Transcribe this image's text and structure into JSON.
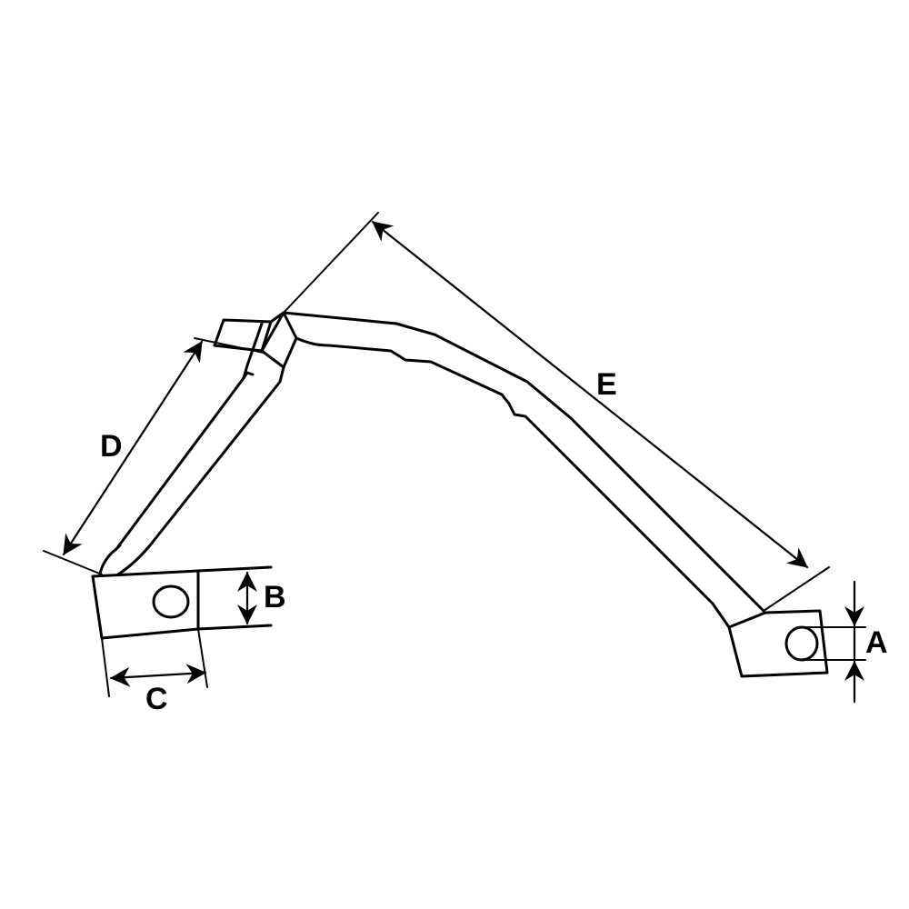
{
  "diagram": {
    "labels": {
      "a": "A",
      "b": "B",
      "c": "C",
      "d": "D",
      "e": "E"
    },
    "colors": {
      "line": "#000000",
      "background": "#ffffff"
    }
  }
}
